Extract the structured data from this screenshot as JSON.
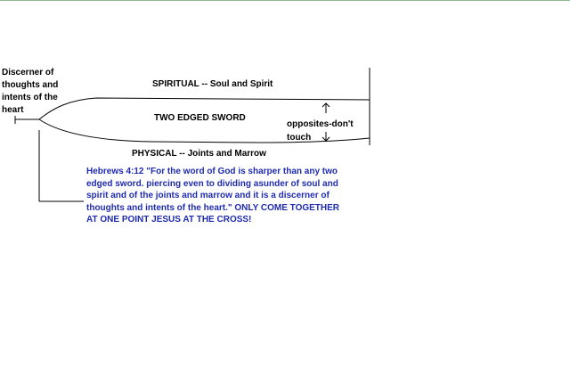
{
  "labels": {
    "discerner": "Discerner of thoughts and intents of the heart",
    "spiritual": "SPIRITUAL -- Soul and Spirit",
    "sword": "TWO EDGED SWORD",
    "physical": "PHYSICAL -- Joints and Marrow",
    "opposites": "opposites-don't touch"
  },
  "verse": {
    "text": "Hebrews 4:12 \"For the word of God is sharper than any two\nedged sword. piercing even to dividing asunder of soul and\nspirit and of the joints and marrow and it is a discerner of\nthoughts and intents of the heart.\"   ONLY COME TOGETHER\nAT ONE POINT JESUS AT THE CROSS!"
  },
  "colors": {
    "line": "#000000",
    "text": "#000000",
    "verse_text": "#1f2bb0",
    "top_rule": "#8fb98f"
  }
}
